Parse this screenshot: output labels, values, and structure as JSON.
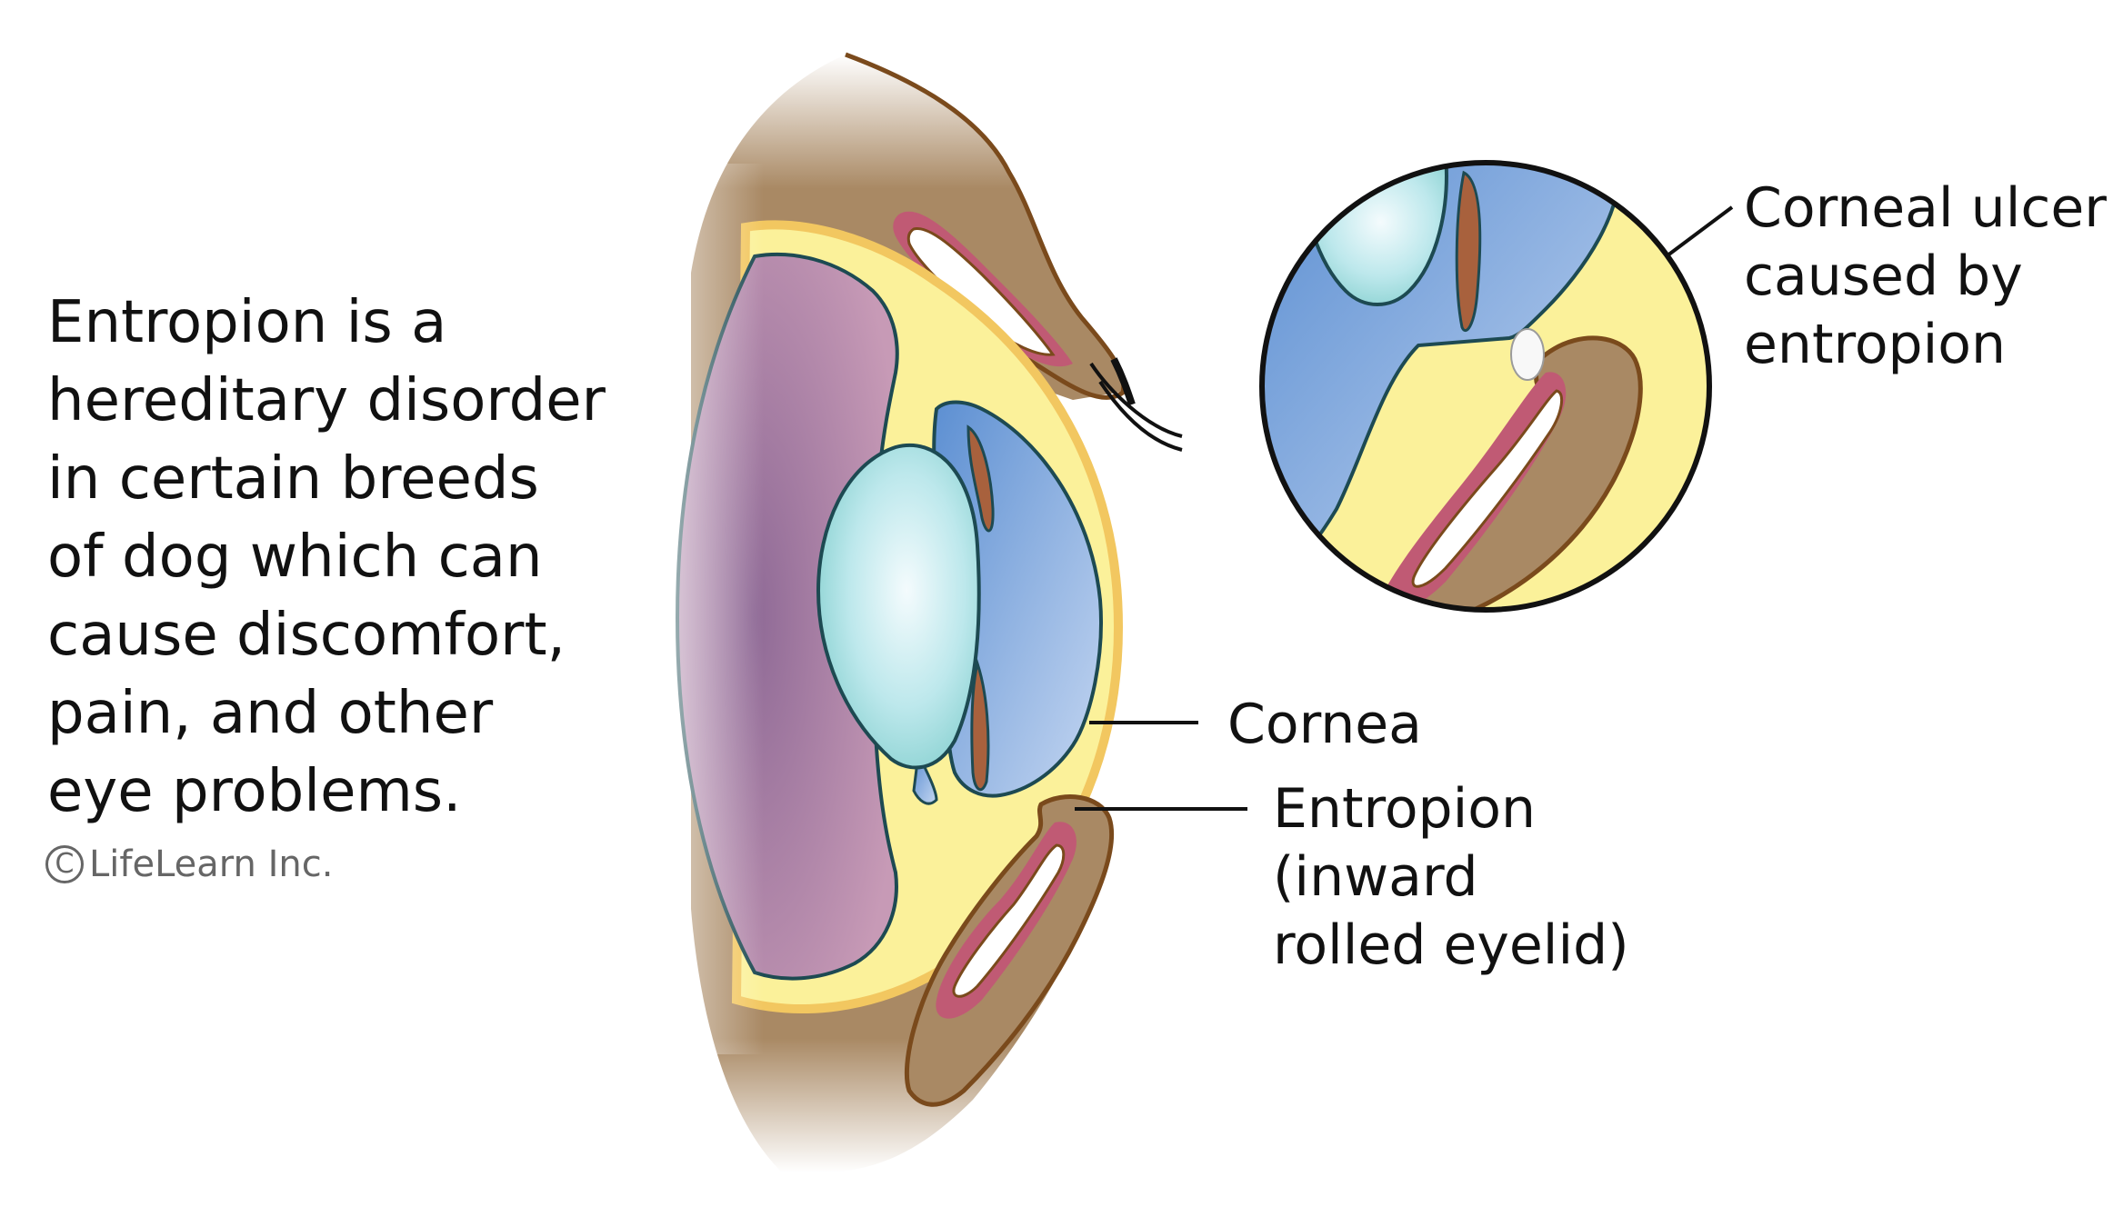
{
  "description": {
    "lines": [
      "Entropion is a",
      "hereditary disorder",
      "in certain breeds",
      "of dog which can",
      "cause discomfort,",
      "pain, and other",
      "eye problems."
    ]
  },
  "copyright": {
    "symbol": "C",
    "text": "LifeLearn Inc."
  },
  "labels": {
    "cornea": "Cornea",
    "entropion": [
      "Entropion",
      "(inward",
      "rolled eyelid)"
    ],
    "ulcer": [
      "Corneal ulcer",
      "caused by",
      "entropion"
    ]
  },
  "colors": {
    "skin": "#a98964",
    "skin_outline": "#7a4a1c",
    "conjunctiva": "#c05a74",
    "sclera_yellow": "#fbf19a",
    "cornea_rim": "#f2c760",
    "vitreous": "#a0759c",
    "iris_blue": "#6f9fd8",
    "lens": "#a6e3e3",
    "iris_muscle": "#a8613d",
    "outline_dark": "#1d4a52"
  }
}
